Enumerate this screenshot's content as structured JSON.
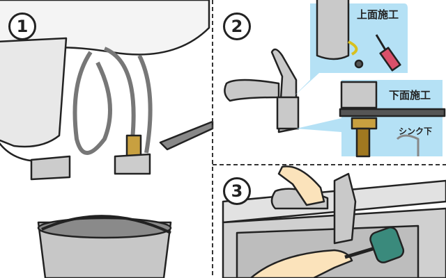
{
  "steps": [
    {
      "number": "1"
    },
    {
      "number": "2",
      "callouts": {
        "top_mount": "上面施工",
        "bottom_mount": "下面施工",
        "under_sink": "シンク下"
      }
    },
    {
      "number": "3"
    }
  ],
  "colors": {
    "callout_bg": "#b5e1f5",
    "faucet": "#c9c9c9",
    "outline": "#222222",
    "screwdriver": "#d9506a",
    "brass": "#c8a040",
    "hand": "#fbe3bb",
    "mallet": "#3a8a7c"
  }
}
